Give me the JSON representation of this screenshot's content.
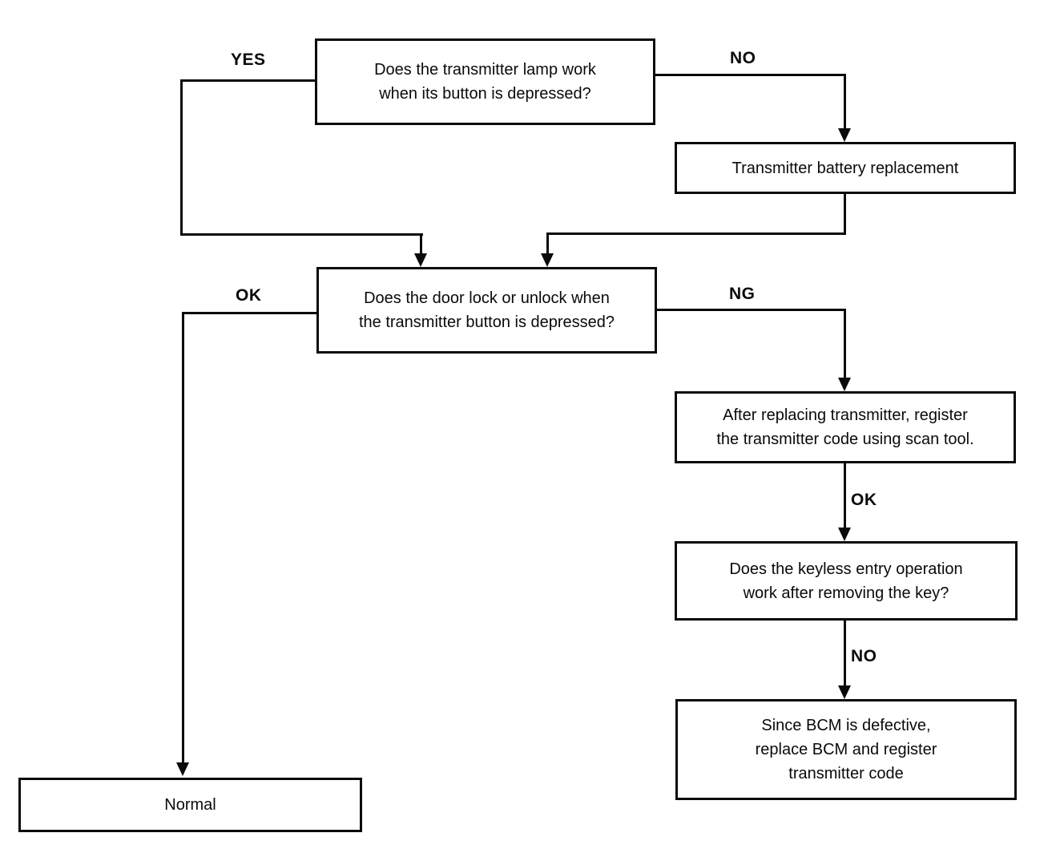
{
  "diagram_type": "troubleshooting-flowchart",
  "colors": {
    "background": "#ffffff",
    "line": "#0a0a0a",
    "text": "#0a0a0a"
  },
  "nodes": {
    "lamp_question": "Does the transmitter lamp work\nwhen its button is depressed?",
    "battery_replacement": "Transmitter battery replacement",
    "door_lock_question": "Does the door lock or unlock when\nthe transmitter button is depressed?",
    "register_transmitter": "After replacing transmitter, register\nthe transmitter code using scan tool.",
    "keyless_entry_question": "Does the keyless entry operation\nwork after removing the key?",
    "replace_bcm": "Since BCM is defective,\nreplace BCM and register\ntransmitter code",
    "normal": "Normal"
  },
  "edge_labels": {
    "yes": "YES",
    "no_top": "NO",
    "ok_left": "OK",
    "ng": "NG",
    "ok_right": "OK",
    "no_right": "NO"
  }
}
